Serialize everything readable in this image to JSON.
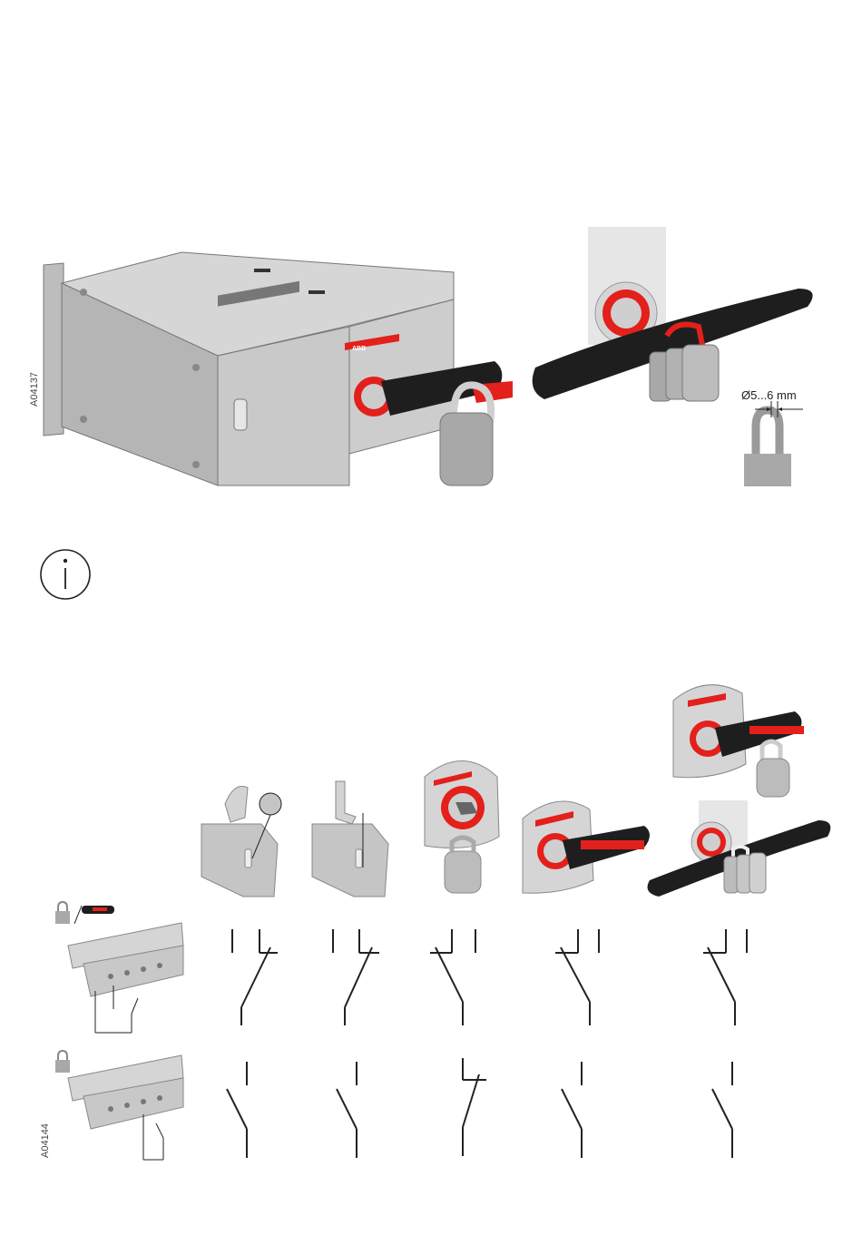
{
  "top_figure": {
    "figure_id": "A04137",
    "padlock_dimension": "Ø5...6 mm"
  },
  "bottom_figure": {
    "figure_id": "A04144"
  },
  "colors": {
    "housing": "#c4c4c4",
    "housing_dark": "#8f8f8f",
    "accent_red": "#e3201b",
    "handle_black": "#1e1e1e",
    "lock_grey": "#a8a8a8",
    "line": "#222222"
  }
}
